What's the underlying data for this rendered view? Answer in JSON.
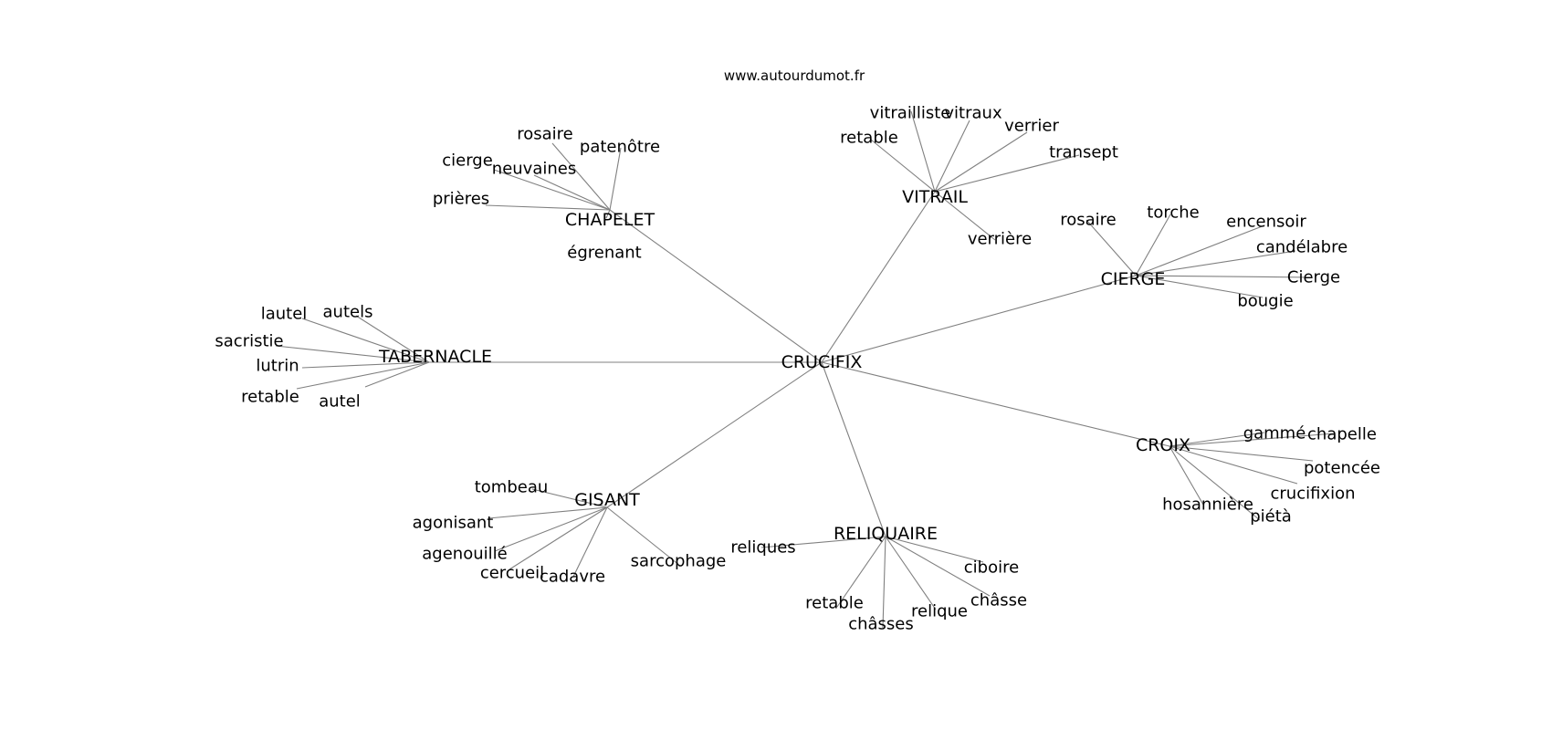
{
  "header": {
    "site": "www.autourdumot.fr"
  },
  "graph": {
    "root": "CRUCIFIX",
    "clusters": [
      {
        "word": "CHAPELET",
        "related": [
          "rosaire",
          "patenôtre",
          "cierge",
          "neuvaines",
          "prières",
          "égrenant"
        ]
      },
      {
        "word": "VITRAIL",
        "related": [
          "vitrailliste",
          "vitraux",
          "verrier",
          "retable",
          "transept",
          "verrière"
        ]
      },
      {
        "word": "CIERGE",
        "related": [
          "rosaire",
          "torche",
          "encensoir",
          "candélabre",
          "Cierge",
          "bougie"
        ]
      },
      {
        "word": "TABERNACLE",
        "related": [
          "lautel",
          "autels",
          "sacristie",
          "lutrin",
          "retable",
          "autel"
        ]
      },
      {
        "word": "CROIX",
        "related": [
          "gammé",
          "chapelle",
          "potencée",
          "crucifixion",
          "hosannière",
          "piétà"
        ]
      },
      {
        "word": "GISANT",
        "related": [
          "tombeau",
          "agonisant",
          "agenouillé",
          "cercueil",
          "cadavre",
          "sarcophage"
        ]
      },
      {
        "word": "RELIQUAIRE",
        "related": [
          "reliques",
          "ciboire",
          "châsse",
          "relique",
          "châsses",
          "retable"
        ]
      }
    ]
  }
}
